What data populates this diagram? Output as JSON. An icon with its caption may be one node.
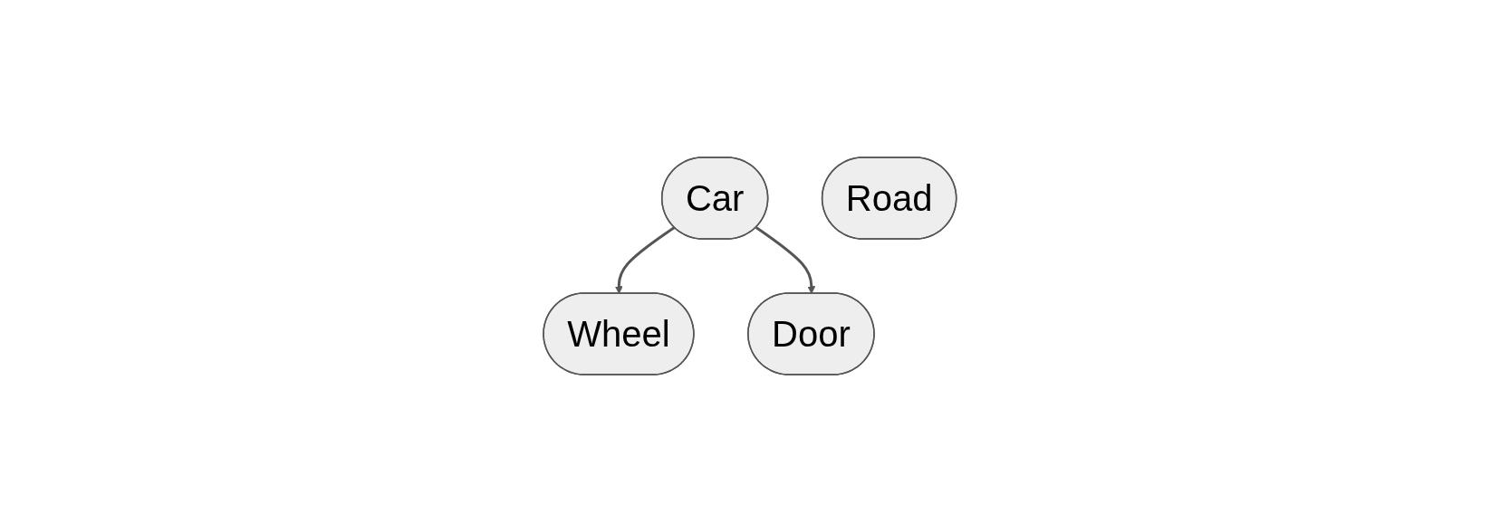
{
  "diagram": {
    "nodes": [
      {
        "text": [
          "Car"
        ]
      },
      {
        "text": [
          "Road"
        ]
      },
      {
        "text": [
          "Wheel"
        ]
      },
      {
        "text": [
          "Door"
        ]
      }
    ],
    "edges": [
      {
        "from": 0,
        "to": 2,
        "arrow": "to"
      },
      {
        "from": 0,
        "to": 3,
        "arrow": "to"
      }
    ]
  }
}
